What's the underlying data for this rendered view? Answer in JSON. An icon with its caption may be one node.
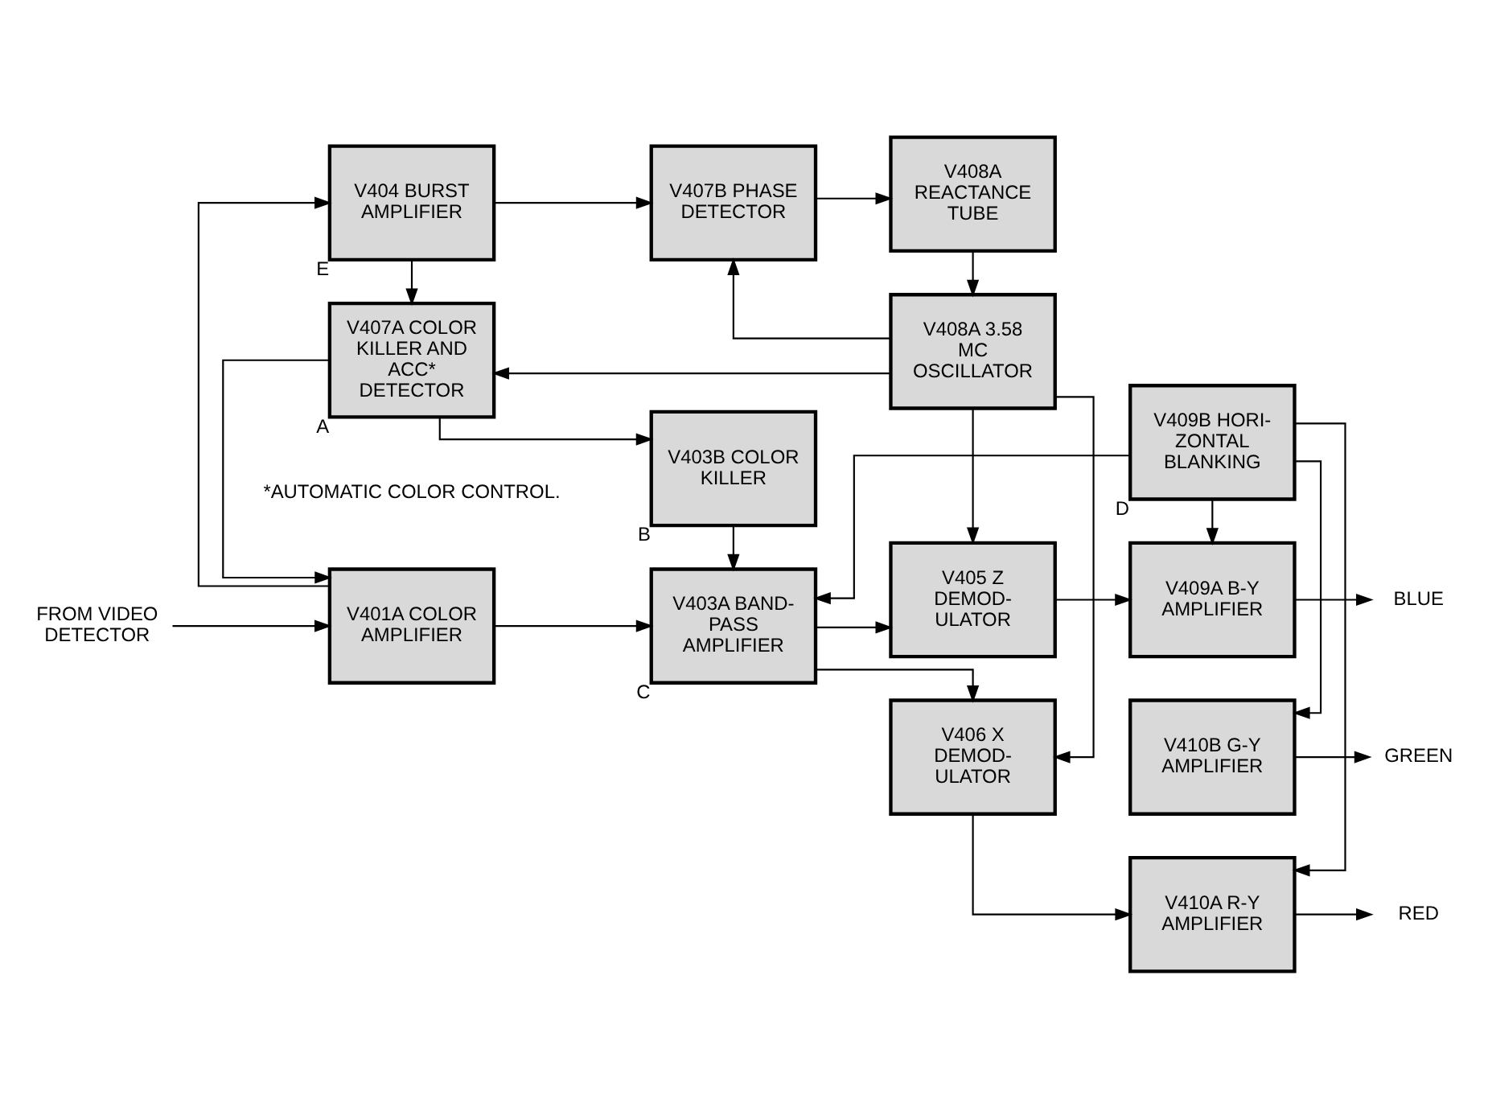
{
  "diagram": {
    "nodes": [
      {
        "text": [
          "FROM VIDEO DETECTOR"
        ]
      },
      {
        "text": [
          "V401A COLOR AMPLIFIER"
        ]
      },
      {
        "text": [
          "V403A BAND- PASS AMPLIFIER"
        ],
        "beside": [
          "C"
        ]
      },
      {
        "text": [
          "V406 X DEMOD- ULATOR"
        ]
      },
      {
        "text": [
          "V410A R-Y AMPLIFIER"
        ]
      },
      {
        "text": [
          "RED"
        ]
      },
      {
        "text": [
          "V404 BURST AMPLIFIER"
        ],
        "beside": [
          "E"
        ]
      },
      {
        "text": [
          "V403B COLOR KILLER"
        ],
        "beside": [
          "B"
        ]
      },
      {
        "text": [
          "V405 Z DEMOD- ULATOR"
        ]
      },
      {
        "text": [
          "V410B G-Y AMPLIFIER"
        ]
      },
      {
        "text": [
          "GREEN"
        ]
      },
      {
        "text": [
          "V407A COLOR KILLER AND ACC* DETECTOR"
        ],
        "beside": [
          "A"
        ]
      },
      {
        "text": [
          "V407B PHASE DETECTOR"
        ]
      },
      {
        "text": [
          "V408A 3.58 MC OSCILLATOR"
        ]
      },
      {
        "text": [
          "V409A B-Y AMPLIFIER"
        ]
      },
      {
        "text": [
          "BLUE"
        ]
      },
      {
        "text": [
          "V408A REACTANCE TUBE"
        ]
      },
      {
        "text": [
          "V409B HORI- ZONTAL BLANKING"
        ],
        "beside": [
          "D"
        ]
      }
    ],
    "edges": [
      {
        "from": 0,
        "to": 1,
        "arrow": "to"
      },
      {
        "from": 1,
        "to": 2,
        "arrow": "to"
      },
      {
        "from": 1,
        "to": 6,
        "arrow": "to"
      },
      {
        "from": 2,
        "to": 3,
        "arrow": "to"
      },
      {
        "from": 2,
        "to": 8,
        "arrow": "to"
      },
      {
        "from": 3,
        "to": 4,
        "arrow": "to"
      },
      {
        "from": 4,
        "to": 5,
        "arrow": "to"
      },
      {
        "from": 7,
        "to": 2,
        "arrow": "to"
      },
      {
        "from": 17,
        "to": 2,
        "arrow": "to"
      },
      {
        "from": 6,
        "to": 11,
        "arrow": "to"
      },
      {
        "from": 6,
        "to": 12,
        "arrow": "to"
      },
      {
        "from": 11,
        "to": 7,
        "arrow": "to"
      },
      {
        "from": 11,
        "to": 1,
        "arrow": "to"
      },
      {
        "from": 13,
        "to": 8,
        "arrow": "to"
      },
      {
        "from": 13,
        "to": 11,
        "arrow": "to"
      },
      {
        "from": 13,
        "to": 3,
        "arrow": "to"
      },
      {
        "from": 13,
        "to": 12,
        "arrow": "to"
      },
      {
        "from": 8,
        "to": 14,
        "arrow": "to"
      },
      {
        "from": 9,
        "to": 10,
        "arrow": "to"
      },
      {
        "from": 14,
        "to": 15,
        "arrow": "to"
      },
      {
        "from": 12,
        "to": 16,
        "arrow": "to"
      },
      {
        "from": 16,
        "to": 13,
        "arrow": "to"
      },
      {
        "from": 17,
        "to": 4,
        "arrow": "to"
      },
      {
        "from": 17,
        "to": 9,
        "arrow": "to"
      },
      {
        "from": 17,
        "to": 14,
        "arrow": "to"
      }
    ],
    "labels": [
      "*AUTOMATIC COLOR CONTROL."
    ]
  }
}
